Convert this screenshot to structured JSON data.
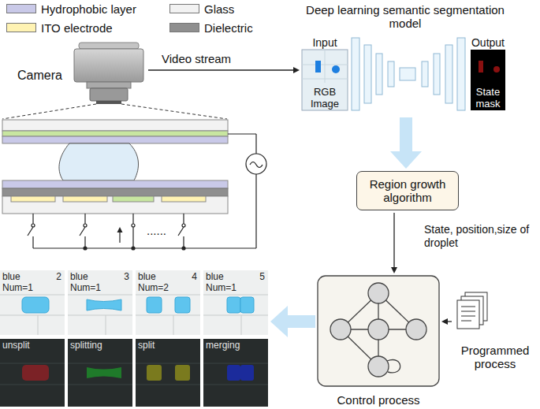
{
  "diagram": {
    "nodes": [
      {
        "text": [
          "Camera"
        ]
      },
      {
        "text": [
          "Deep learning semantic segmentation model"
        ]
      },
      {
        "text": [
          "Input",
          "RGB Image"
        ],
        "in": 1
      },
      {
        "text": [
          "Output",
          "State mask"
        ],
        "in": 1
      },
      {
        "text": [
          "Region growth algorithm"
        ]
      },
      {
        "text": [
          "Control process"
        ]
      },
      {
        "text": [
          "Programmed process"
        ]
      },
      {
        "text": [
          "blue Num=1",
          "2"
        ]
      },
      {
        "text": [
          "blue Num=1",
          "3"
        ]
      },
      {
        "text": [
          "blue Num=2",
          "4"
        ]
      },
      {
        "text": [
          "blue Num=1",
          "5"
        ]
      },
      {
        "text": [
          "unsplit"
        ]
      },
      {
        "text": [
          "splitting"
        ]
      },
      {
        "text": [
          "split"
        ]
      },
      {
        "text": [
          "merging"
        ]
      }
    ],
    "edges": [
      {
        "from": 0,
        "to": 2,
        "arrow": "to",
        "label": "Video stream"
      },
      {
        "from": 1,
        "to": 4,
        "arrow": "to"
      },
      {
        "from": 4,
        "to": 5,
        "arrow": "to",
        "label": "State, position,size of droplet"
      },
      {
        "from": 6,
        "to": 5,
        "arrow": "to"
      },
      {
        "from": 5,
        "to": 10,
        "arrow": "to"
      }
    ],
    "labels": [
      "......"
    ],
    "legend": [
      {
        "text": "Hydrophobic layer",
        "color": "#c9c9e8"
      },
      {
        "text": "Glass",
        "color": "#f2f2f2"
      },
      {
        "text": "ITO electrode",
        "color": "#fff3b3"
      },
      {
        "text": "Dielectric",
        "color": "#8f8f8f"
      }
    ]
  }
}
